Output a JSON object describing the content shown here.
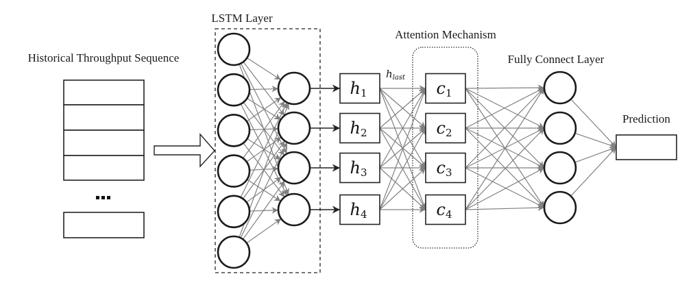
{
  "figure": {
    "input_label": "Historical Throughput Sequence",
    "ellipsis": "...",
    "lstm_label": "LSTM Layer",
    "attention_label": "Attention Mechanism",
    "fc_label": "Fully Connect Layer",
    "prediction_label": "Prediction",
    "h_last_label": "h",
    "h_last_sub": "last",
    "hidden_states": [
      {
        "sym": "h",
        "sub": "1"
      },
      {
        "sym": "h",
        "sub": "2"
      },
      {
        "sym": "h",
        "sub": "3"
      },
      {
        "sym": "h",
        "sub": "4"
      }
    ],
    "context_vectors": [
      {
        "sym": "c",
        "sub": "1"
      },
      {
        "sym": "c",
        "sub": "2"
      },
      {
        "sym": "c",
        "sub": "3"
      },
      {
        "sym": "c",
        "sub": "4"
      }
    ],
    "structure": {
      "input_sequence_cells_shown": 4,
      "input_sequence_trailing_cells": 1,
      "lstm_input_nodes": 6,
      "lstm_output_nodes": 4,
      "fc_nodes": 4,
      "output_nodes": 1
    },
    "colors": {
      "node_stroke": "#1a1a1a",
      "edge": "#808080",
      "text": "#1a1a1a"
    }
  }
}
